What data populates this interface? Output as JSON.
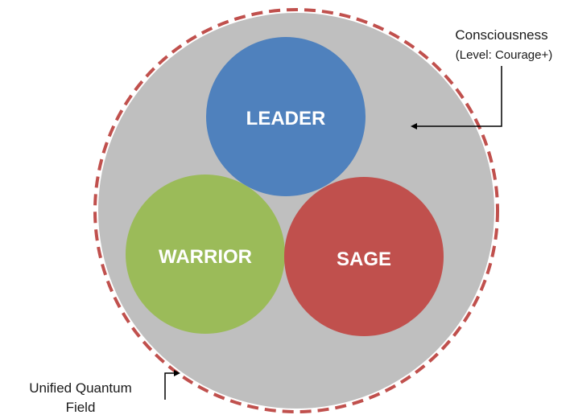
{
  "diagram": {
    "circles": {
      "leader": {
        "label": "LEADER",
        "color": "#4f81bd"
      },
      "warrior": {
        "label": "WARRIOR",
        "color": "#9bbb59"
      },
      "sage": {
        "label": "SAGE",
        "color": "#c0504d"
      }
    },
    "consciousness": {
      "title": "Consciousness",
      "subtitle": "(Level: Courage+)",
      "color": "#bfbfbf"
    },
    "field": {
      "label_line1": "Unified Quantum",
      "label_line2": "Field",
      "border_color": "#c0504d"
    }
  }
}
